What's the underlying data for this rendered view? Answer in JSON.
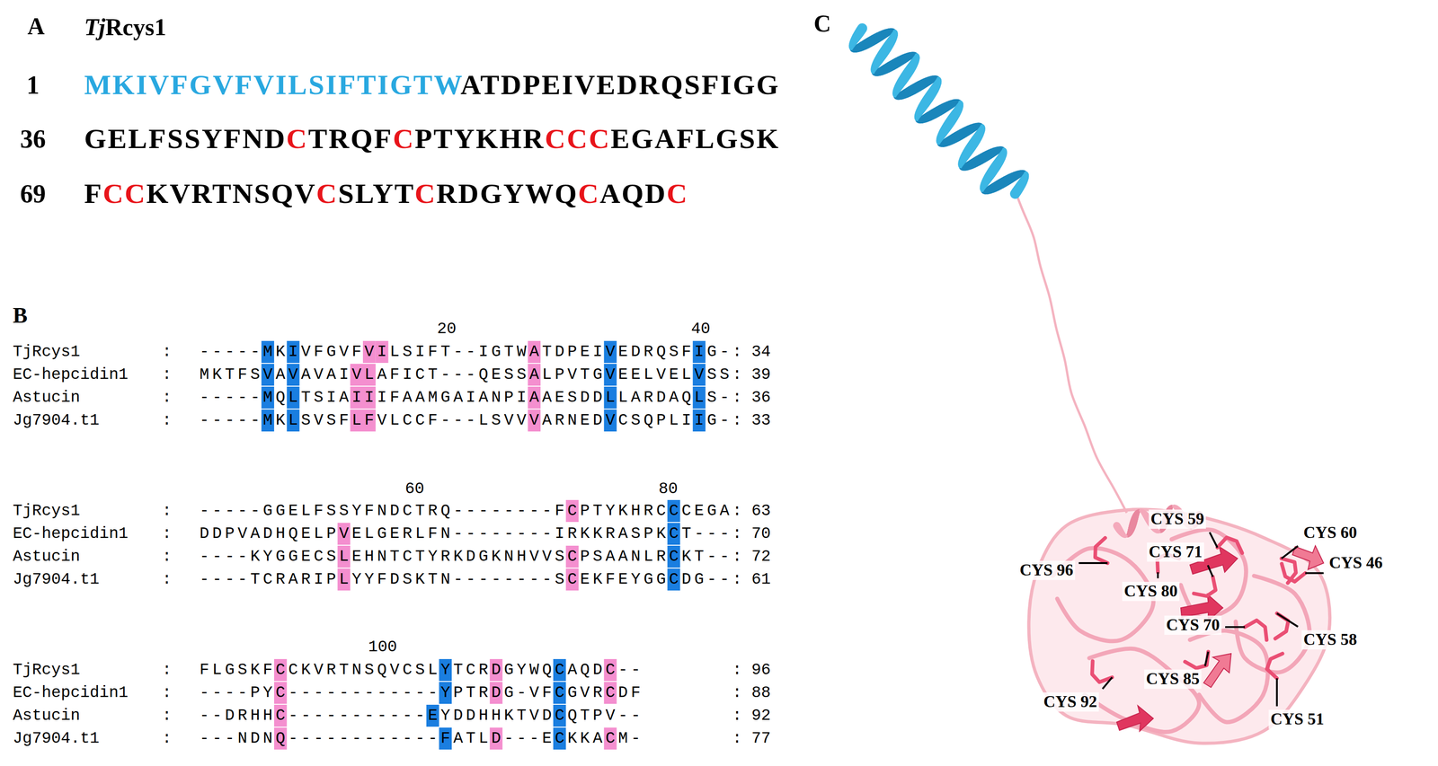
{
  "diagram": {
    "labels": [
      "A",
      "TjRcys1",
      "1",
      "MKIVFGVFVILSIFTIGTWATDPEIVEDRQSFIGG",
      "36",
      "GELFSSYFNDCTRQFCPTYKHRCCCEGAFLGSK",
      "69",
      "FCCKVRTNSQVCSLYTCRDGYWQCAQDC",
      "B",
      "20",
      "40",
      "TjRcys1",
      ":",
      "-----MKIVFGVFVILSIFT--IGTWATDPEIVEDRQSFIG-",
      ": 34",
      "EC-hepcidin1",
      ":",
      "MKTFSVAVAVAIVLAFICT---QESSALPVTGVEELVELVSS",
      ": 39",
      "Astucin",
      ":",
      "-----MQLTSIAIIIFAAMGAIANPIAAESDDLLARDAQLS-",
      ": 36",
      "Jg7904.t1",
      ":",
      "-----MKLSVSFLFVLCCF---LSVVVARNEDVCSQPLIIG-",
      ": 33",
      "60",
      "80",
      "TjRcys1",
      ":",
      "-----GGELFSSYFNDCTRQ--------FCPTYKHRCCCEGA",
      ": 63",
      "EC-hepcidin1",
      ":",
      "DDPVADHQELPVELGERLFN--------IRKKRASPKCT---",
      ": 70",
      "Astucin",
      ":",
      "----KYGGECSLEHNTCTYRKDGKNHVVSCPSAANLRCKT--",
      ": 72",
      "Jg7904.t1",
      ":",
      "----TCRARIPLYYFDSKTN--------SCEKFEYGGCDG--",
      ": 61",
      "100",
      "TjRcys1",
      ":",
      "FLGSKFCCKVRTNSQVCSLYTCRDGYWQCAQDC--",
      ": 96",
      "EC-hepcidin1",
      ":",
      "----PYC------------YPTRDG-VFCGVRCDF",
      ": 88",
      "Astucin",
      ":",
      "--DRHHC-----------EYDDHHKTVDCQTPV--",
      ": 92",
      "Jg7904.t1",
      ":",
      "---NDNQ------------FATLD---ECKKACM-",
      ": 77",
      "C",
      "CYS 59",
      "CYS 60",
      "CYS 71",
      "CYS 46",
      "CYS 96",
      "CYS 80",
      "CYS 70",
      "CYS 58",
      "CYS 85",
      "CYS 92",
      "CYS 51"
    ]
  }
}
